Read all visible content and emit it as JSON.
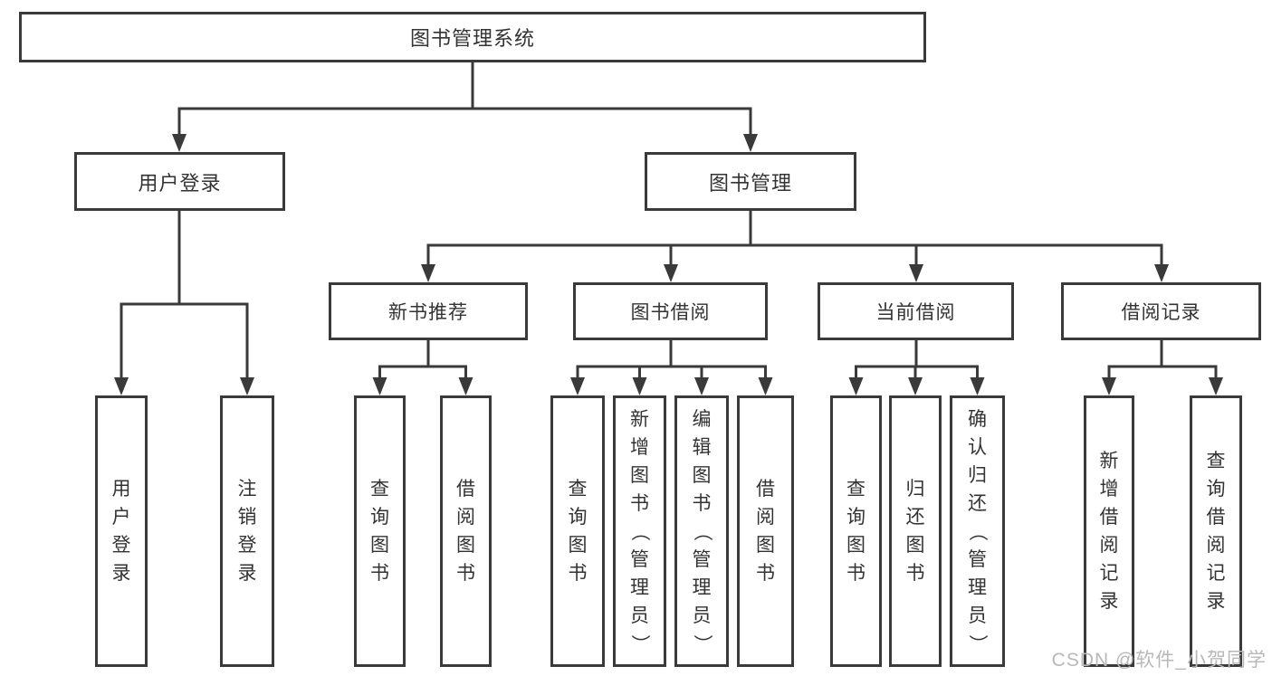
{
  "colors": {
    "line": "#3a3a3a",
    "text": "#333333",
    "watermark": "#b8b8b8",
    "bg": "#ffffff"
  },
  "diagram": {
    "root": {
      "label": "图书管理系统"
    },
    "branches": [
      {
        "label": "用户登录",
        "leaves": [
          "用户登录",
          "注销登录"
        ]
      },
      {
        "label": "图书管理",
        "sub_branches": [
          {
            "label": "新书推荐",
            "leaves": [
              "查询图书",
              "借阅图书"
            ]
          },
          {
            "label": "图书借阅",
            "leaves": [
              "查询图书",
              "新增图书（管理员）",
              "编辑图书（管理员）",
              "借阅图书"
            ]
          },
          {
            "label": "当前借阅",
            "leaves": [
              "查询图书",
              "归还图书",
              "确认归还（管理员）"
            ]
          },
          {
            "label": "借阅记录",
            "leaves": [
              "新增借阅记录",
              "查询借阅记录"
            ]
          }
        ]
      }
    ]
  },
  "watermark": {
    "text": "CSDN @软件_小贺同学"
  }
}
